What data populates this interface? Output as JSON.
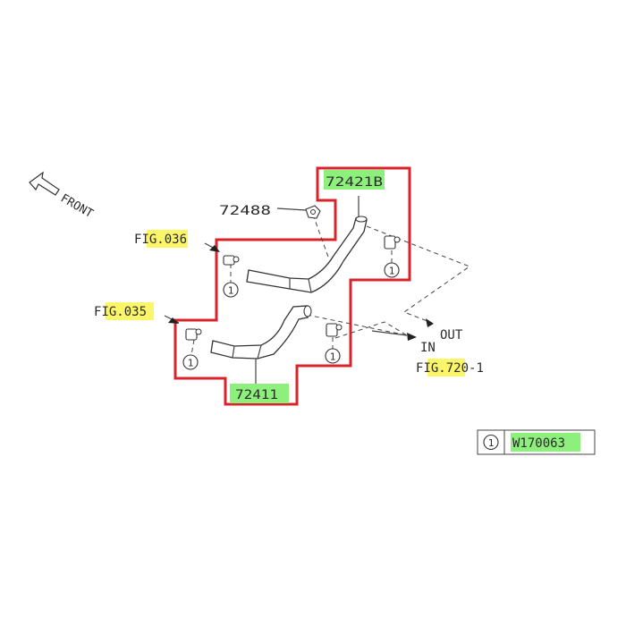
{
  "colors": {
    "highlight_green": "#8ef07c",
    "highlight_yellow": "#fbf56a",
    "outline_red": "#d8232a",
    "ink": "#2a2a2a"
  },
  "front_label": "FRONT",
  "parts": {
    "upper_hose": "72421B",
    "lower_hose": "72411",
    "clip": "72488"
  },
  "references": {
    "fig_036": {
      "pre": "F",
      "hl": "IG.03",
      "post": "6"
    },
    "fig_035": {
      "pre": "F",
      "hl": "IG.035",
      "post": ""
    },
    "fig_720": {
      "pre": "F",
      "hl": "IG.72",
      "post": "0-1"
    }
  },
  "flow": {
    "out": "OUT",
    "in": "IN"
  },
  "callout_number": "1",
  "legend": {
    "number": "1",
    "part_hl": "W17006",
    "part_tail": "3"
  }
}
